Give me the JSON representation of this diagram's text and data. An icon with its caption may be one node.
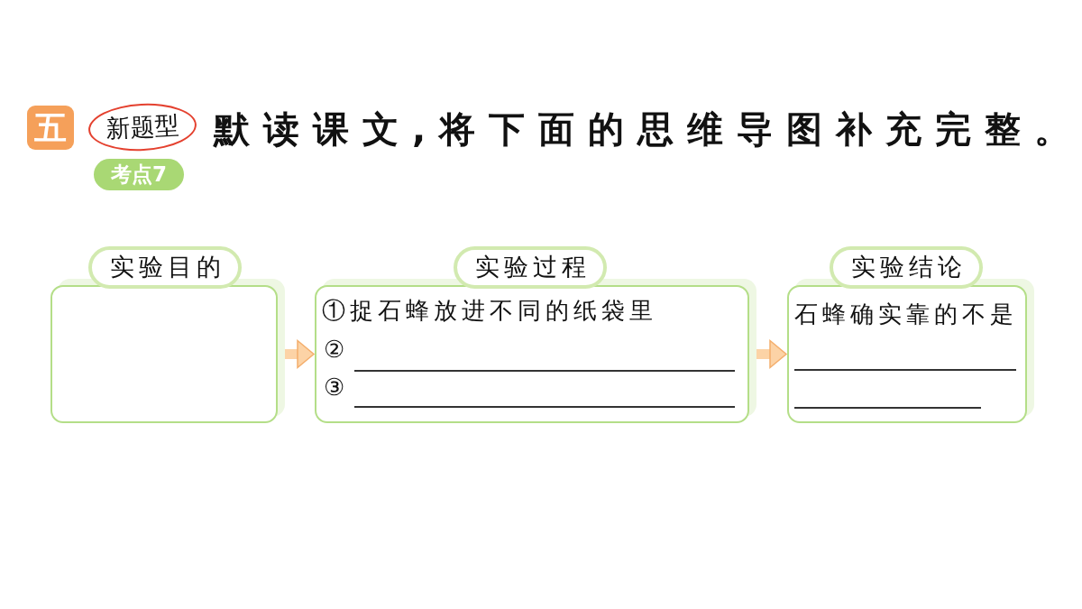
{
  "diagram": {
    "title": "默读课文,将下面的思维导图补充完整。",
    "nodes": [
      {
        "text": [
          "实验目的"
        ]
      },
      {
        "text": [
          "实验过程",
          "①捉石蜂放进不同的纸袋里",
          "②",
          "③"
        ]
      },
      {
        "text": [
          "实验结论",
          "石蜂确实靠的不是"
        ]
      }
    ],
    "edges": [
      {
        "from": 0,
        "to": 1,
        "arrow": "to"
      },
      {
        "from": 1,
        "to": 2,
        "arrow": "to"
      }
    ],
    "labels": [
      "五",
      "新题型",
      "考点7"
    ]
  }
}
